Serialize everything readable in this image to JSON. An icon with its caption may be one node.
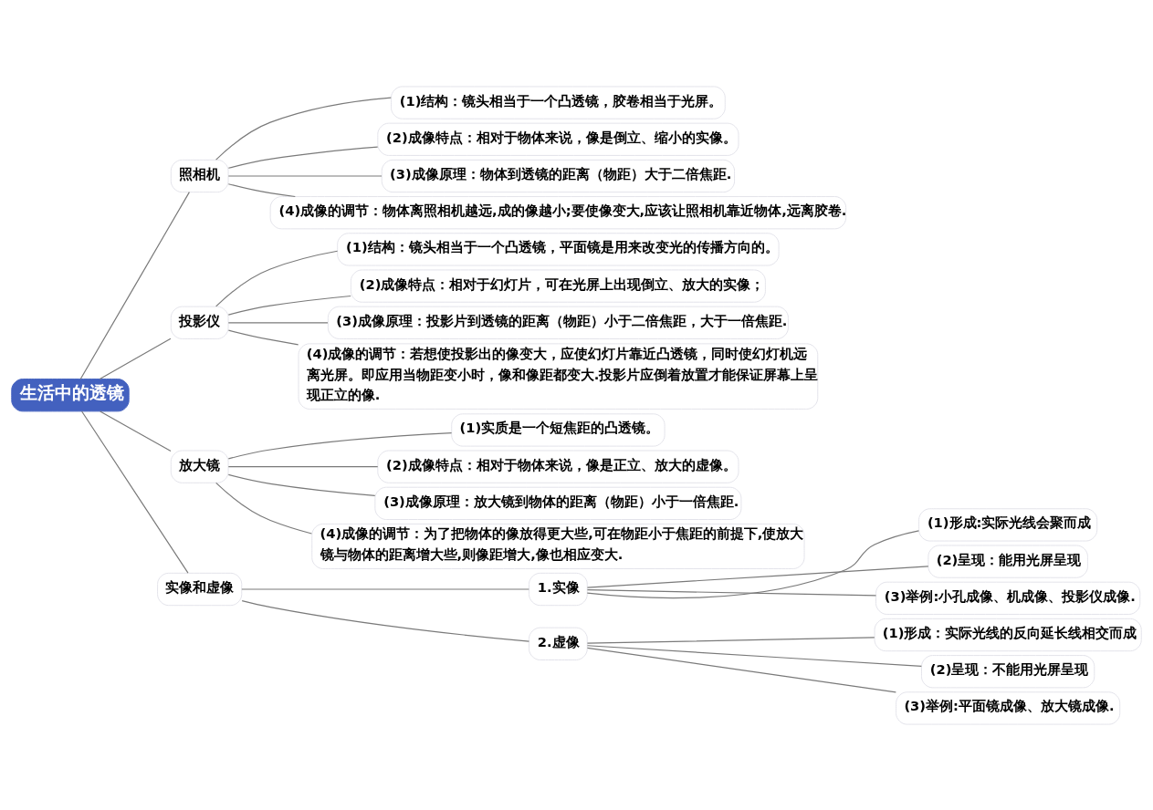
{
  "diagram": {
    "nodes": [
      {
        "text": [
          "生活中的透镜"
        ]
      },
      {
        "text": [
          "照相机"
        ]
      },
      {
        "text": [
          "(1)结构：镜头相当于一个凸透镜，胶卷相当于光屏。"
        ]
      },
      {
        "text": [
          "(2)成像特点：相对于物体来说，像是倒立、缩小的实像。"
        ]
      },
      {
        "text": [
          "(3)成像原理：物体到透镜的距离（物距）大于二倍焦距."
        ]
      },
      {
        "text": [
          "(4)成像的调节：物体离照相机越远,成的像越小;要使像变大,应该让照相机靠近物体,远离胶卷."
        ]
      },
      {
        "text": [
          "投影仪"
        ]
      },
      {
        "text": [
          "(1)结构：镜头相当于一个凸透镜，平面镜是用来改变光的传播方向的。"
        ]
      },
      {
        "text": [
          "(2)成像特点：相对于幻灯片，可在光屏上出现倒立、放大的实像；"
        ]
      },
      {
        "text": [
          "(3)成像原理：投影片到透镜的距离（物距）小于二倍焦距，大于一倍焦距."
        ]
      },
      {
        "text": [
          "(4)成像的调节：若想使投影出的像变大，应使幻灯片靠近凸透镜，同时使幻灯机远离光屏。即应用当物距变小时，像和像距都变大.投影片应倒着放置才能保证屏幕上呈现正立的像."
        ]
      },
      {
        "text": [
          "放大镜"
        ]
      },
      {
        "text": [
          "(1)实质是一个短焦距的凸透镜。"
        ]
      },
      {
        "text": [
          "(2)成像特点：相对于物体来说，像是正立、放大的虚像。"
        ]
      },
      {
        "text": [
          "(3)成像原理：放大镜到物体的距离（物距）小于一倍焦距."
        ]
      },
      {
        "text": [
          "(4)成像的调节：为了把物体的像放得更大些,可在物距小于焦距的前提下,使放大镜与物体的距离增大些,则像距增大,像也相应变大."
        ]
      },
      {
        "text": [
          "实像和虚像"
        ]
      },
      {
        "text": [
          "1.实像"
        ]
      },
      {
        "text": [
          "(1)形成:实际光线会聚而成"
        ]
      },
      {
        "text": [
          "(2)呈现：能用光屏呈现"
        ]
      },
      {
        "text": [
          "(3)举例:小孔成像、机成像、投影仪成像."
        ]
      },
      {
        "text": [
          "2.虚像"
        ]
      },
      {
        "text": [
          "(1)形成：实际光线的反向延长线相交而成"
        ]
      },
      {
        "text": [
          "(2)呈现：不能用光屏呈现"
        ]
      },
      {
        "text": [
          "(3)举例:平面镜成像、放大镜成像."
        ]
      }
    ],
    "edges": [
      {
        "from": 0,
        "to": 1,
        "arrow": "none"
      },
      {
        "from": 1,
        "to": 2,
        "arrow": "none"
      },
      {
        "from": 1,
        "to": 3,
        "arrow": "none"
      },
      {
        "from": 1,
        "to": 4,
        "arrow": "none"
      },
      {
        "from": 1,
        "to": 5,
        "arrow": "none"
      },
      {
        "from": 0,
        "to": 6,
        "arrow": "none"
      },
      {
        "from": 6,
        "to": 7,
        "arrow": "none"
      },
      {
        "from": 6,
        "to": 8,
        "arrow": "none"
      },
      {
        "from": 6,
        "to": 9,
        "arrow": "none"
      },
      {
        "from": 6,
        "to": 10,
        "arrow": "none"
      },
      {
        "from": 0,
        "to": 11,
        "arrow": "none"
      },
      {
        "from": 11,
        "to": 12,
        "arrow": "none"
      },
      {
        "from": 11,
        "to": 13,
        "arrow": "none"
      },
      {
        "from": 11,
        "to": 14,
        "arrow": "none"
      },
      {
        "from": 11,
        "to": 15,
        "arrow": "none"
      },
      {
        "from": 0,
        "to": 16,
        "arrow": "none"
      },
      {
        "from": 16,
        "to": 17,
        "arrow": "none"
      },
      {
        "from": 17,
        "to": 18,
        "arrow": "none"
      },
      {
        "from": 17,
        "to": 19,
        "arrow": "none"
      },
      {
        "from": 17,
        "to": 20,
        "arrow": "none"
      },
      {
        "from": 16,
        "to": 21,
        "arrow": "none"
      },
      {
        "from": 21,
        "to": 22,
        "arrow": "none"
      },
      {
        "from": 21,
        "to": 23,
        "arrow": "none"
      },
      {
        "from": 21,
        "to": 24,
        "arrow": "none"
      }
    ]
  }
}
